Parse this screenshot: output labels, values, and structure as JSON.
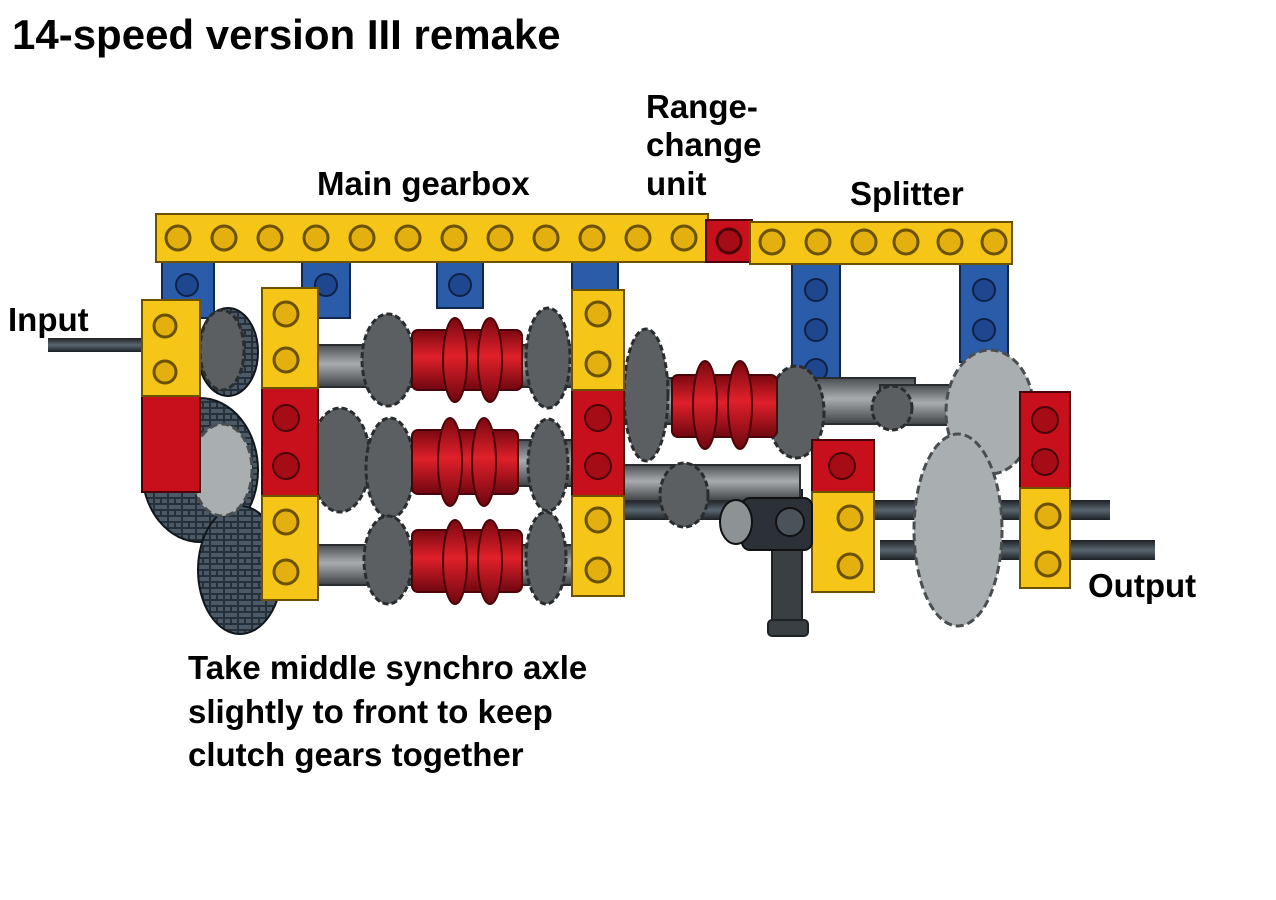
{
  "title": "14-speed version III remake",
  "labels": {
    "main_gearbox": "Main gearbox",
    "range_change": [
      "Range-",
      "change",
      "unit"
    ],
    "splitter": "Splitter",
    "input": "Input",
    "output": "Output"
  },
  "note": [
    "Take middle synchro axle",
    "slightly to front to keep",
    "clutch gears together"
  ],
  "colors": {
    "beam_yellow": "#f5c518",
    "frame_blue": "#2a5caa",
    "synchro_red": "#c8101c",
    "gear_grey": "#6d7173",
    "axle_dark": "#2e3338",
    "tire_dark": "#26303a"
  }
}
